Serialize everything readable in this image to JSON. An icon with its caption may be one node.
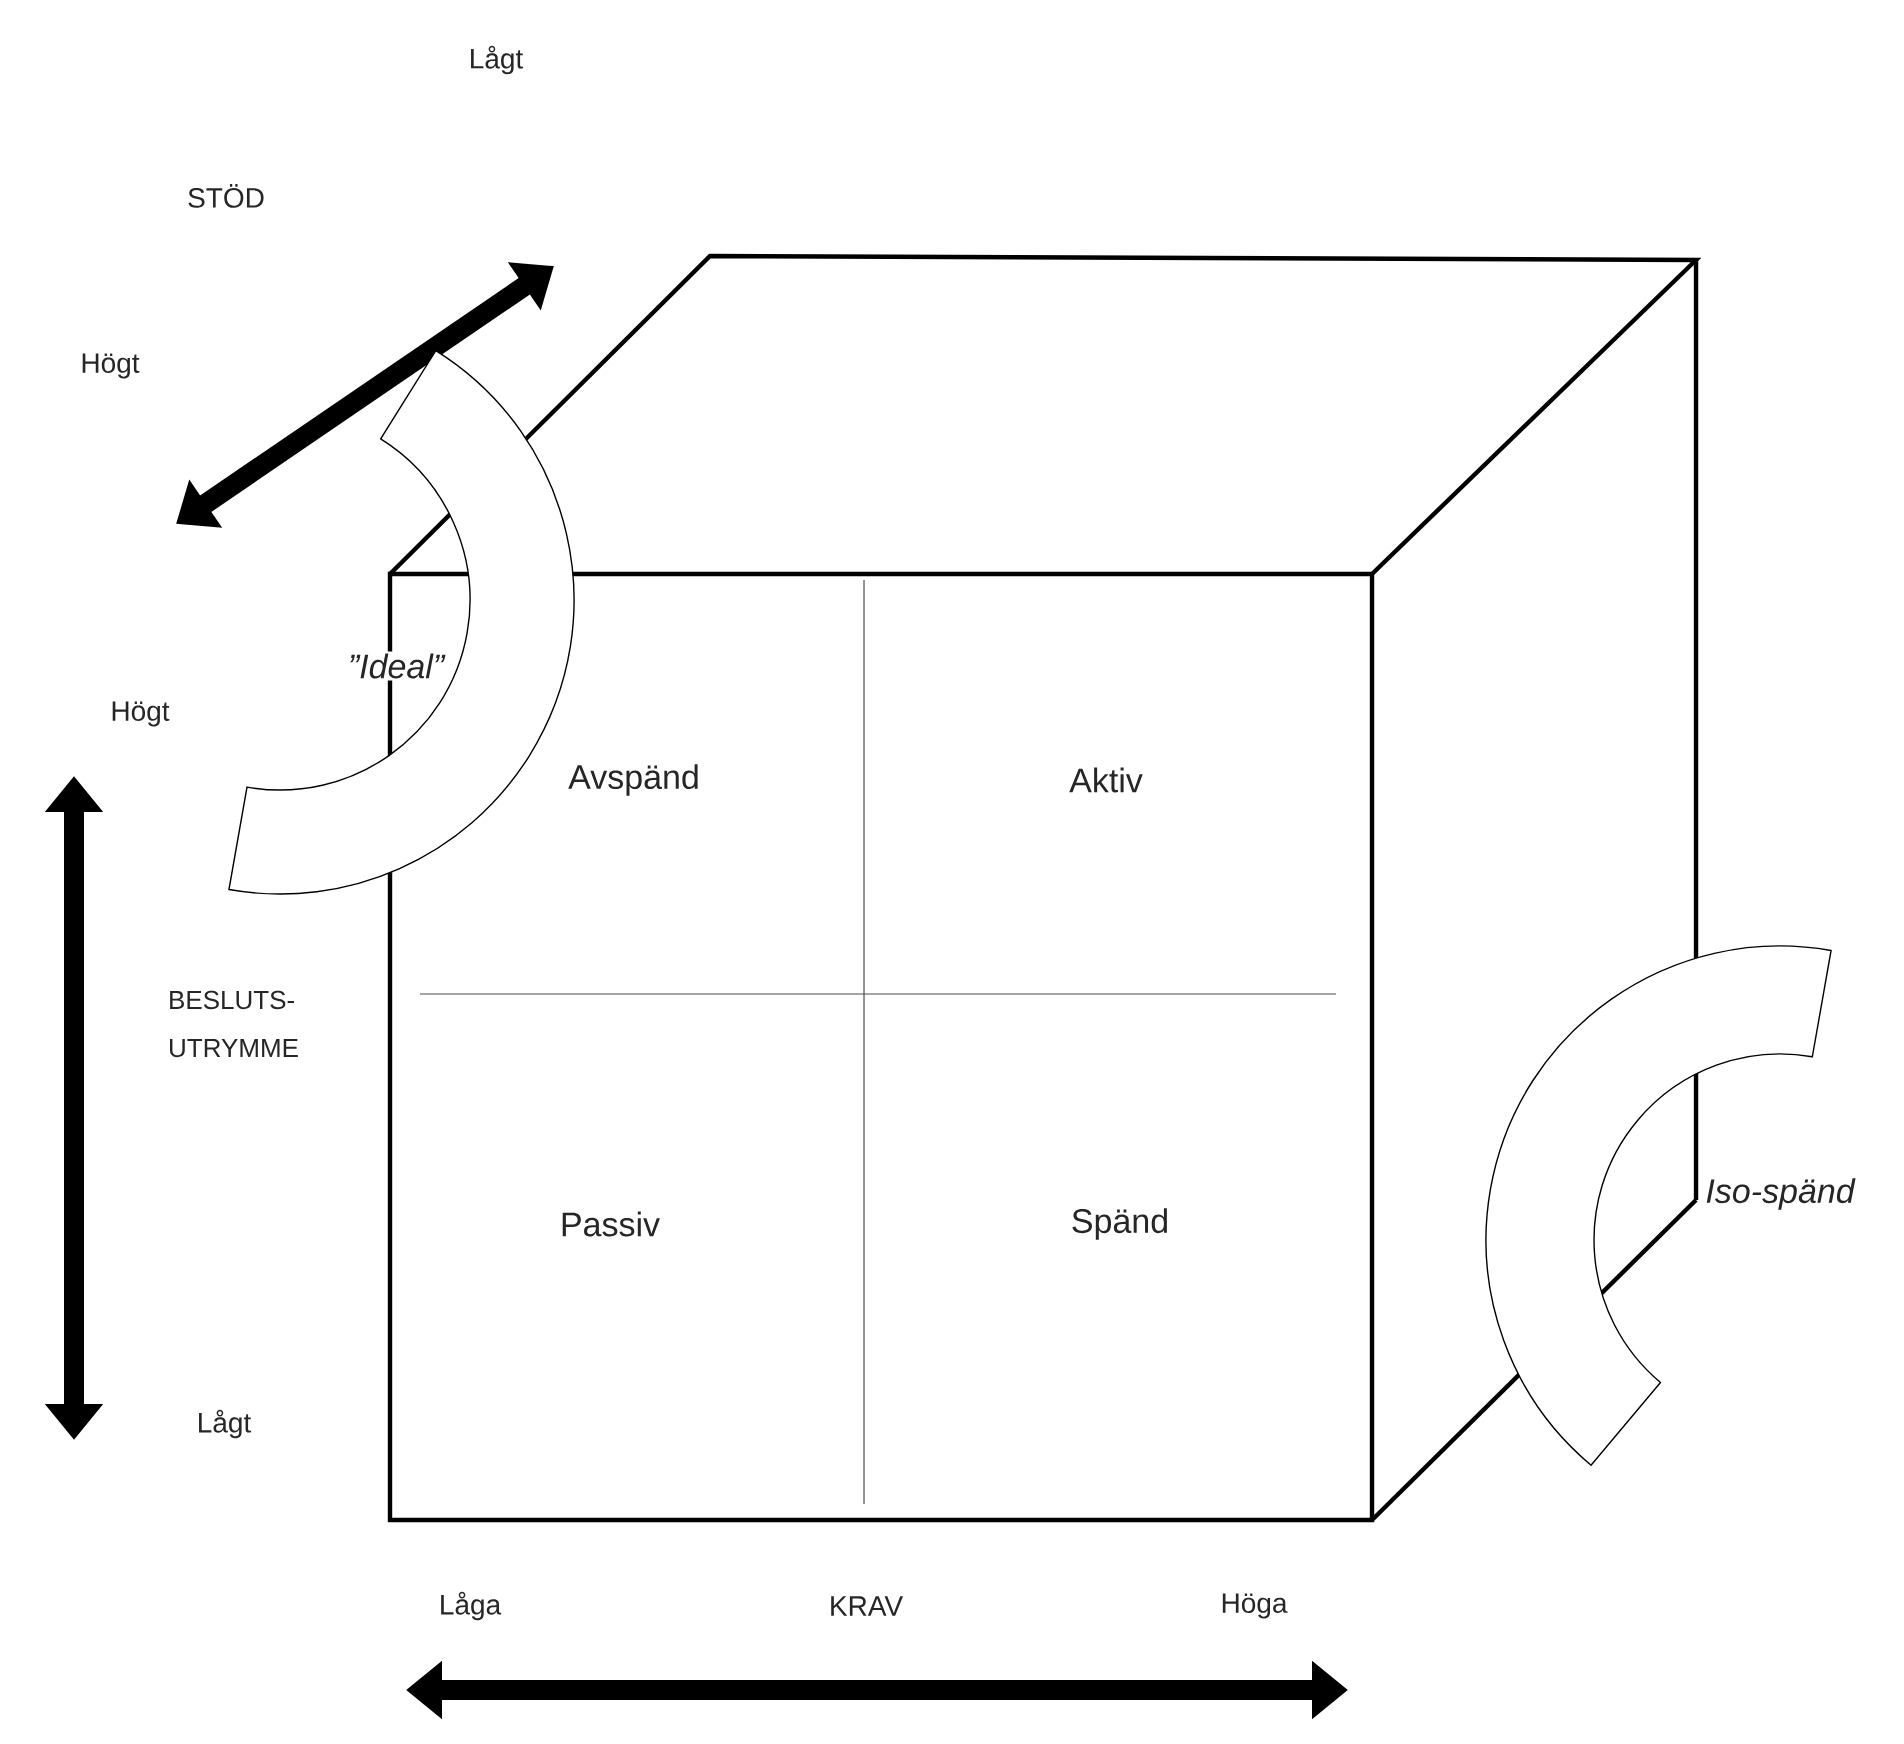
{
  "diagram": {
    "labels": [
      "Lågt",
      "STÖD",
      "Högt",
      "”Ideal”",
      "Högt",
      "Avspänd",
      "Aktiv",
      "BESLUTS- UTRYMME",
      "Passiv",
      "Spänd",
      "Iso-spänd",
      "Lågt",
      "Låga",
      "KRAV",
      "Höga"
    ]
  }
}
